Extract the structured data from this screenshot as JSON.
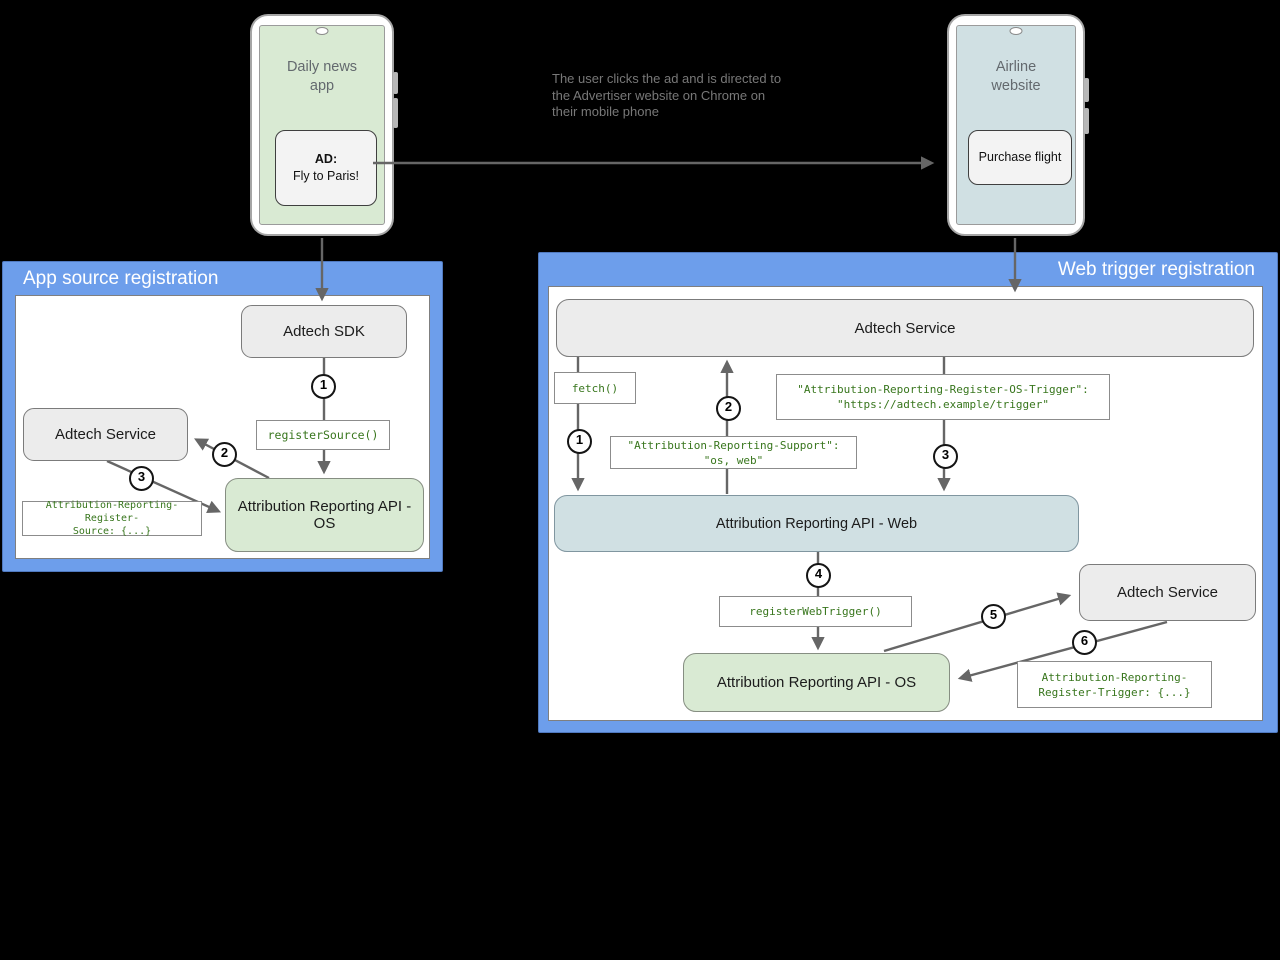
{
  "colors": {
    "panel_blue": "#6d9eeb",
    "node_gray": "#ececec",
    "node_green": "#d9ead3",
    "node_blue": "#d0e0e3",
    "code_green": "#38761d",
    "arrow_gray": "#666666"
  },
  "phones": {
    "daily_news": {
      "screen_label": "Daily news app",
      "ad_heading": "AD:",
      "ad_body": "Fly to Paris!"
    },
    "airline": {
      "screen_label": "Airline website",
      "button_label": "Purchase flight"
    }
  },
  "annotation": {
    "lines": [
      "The user clicks the ad and is directed to",
      "the Advertiser website on Chrome on",
      "their mobile phone"
    ]
  },
  "app_source_panel": {
    "title": "App source registration",
    "adtech_sdk": "Adtech SDK",
    "adtech_service": "Adtech Service",
    "register_source": "registerSource()",
    "api_os": "Attribution Reporting API - OS",
    "code_line1": "Attribution-Reporting-Register-",
    "code_line2": "Source: {...}",
    "steps": [
      "1",
      "2",
      "3"
    ]
  },
  "web_trigger_panel": {
    "title": "Web trigger registration",
    "adtech_service_top": "Adtech Service",
    "fetch_call": "fetch()",
    "os_trigger_line1": "\"Attribution-Reporting-Register-OS-Trigger\":",
    "os_trigger_line2": "\"https://adtech.example/trigger\"",
    "support_header": "\"Attribution-Reporting-Support\": \"os, web\"",
    "api_web": "Attribution Reporting API - Web",
    "register_web_trigger": "registerWebTrigger()",
    "api_os": "Attribution Reporting API - OS",
    "adtech_service_right": "Adtech Service",
    "code_line1": "Attribution-Reporting-",
    "code_line2": "Register-Trigger: {...}",
    "steps": [
      "1",
      "2",
      "3",
      "4",
      "5",
      "6"
    ]
  }
}
